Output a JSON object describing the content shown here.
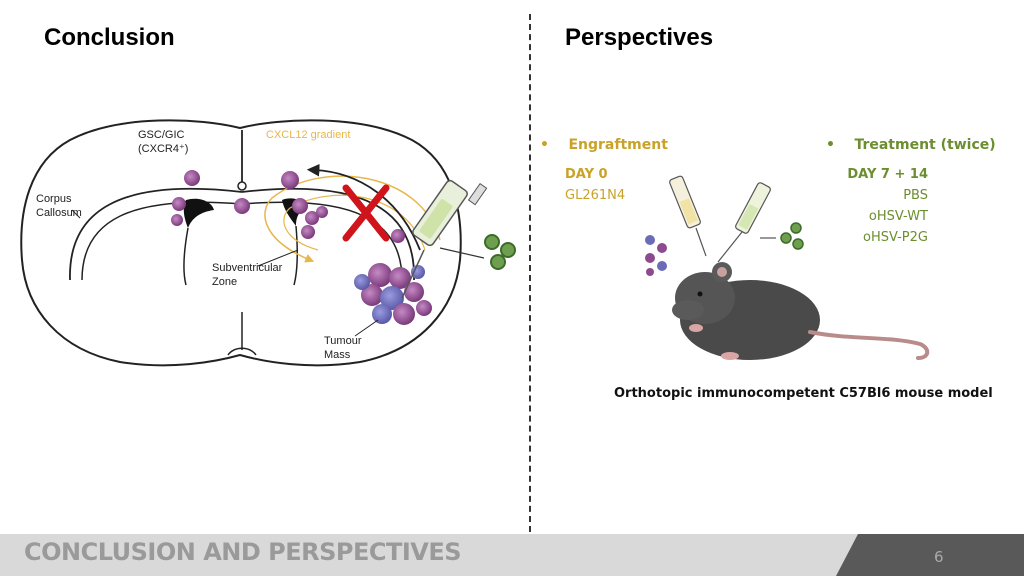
{
  "headings": {
    "left": "Conclusion",
    "right": "Perspectives"
  },
  "brain_diagram": {
    "labels": {
      "gsc": "GSC/GIC",
      "cxcr4": "(CXCR4⁺)",
      "cxcl12": "CXCL12 gradient",
      "corpus_1": "Corpus",
      "corpus_2": "Callosum",
      "svz_1": "Subventricular",
      "svz_2": "Zone",
      "tumour_1": "Tumour",
      "tumour_2": "Mass"
    }
  },
  "perspectives": {
    "engraftment": {
      "bullet": "•",
      "title": "Engraftment",
      "day": "DAY 0",
      "cell_line": "GL261N4"
    },
    "treatment": {
      "bullet": "•",
      "title": "Treatment (twice)",
      "day": "DAY 7 + 14",
      "arms": [
        "PBS",
        "oHSV-WT",
        "oHSV-P2G"
      ]
    },
    "caption": "Orthotopic immunocompetent C57Bl6 mouse model"
  },
  "footer": {
    "title": "CONCLUSION AND PERSPECTIVES",
    "page": "6"
  },
  "colors": {
    "engraftment": "#c9a227",
    "treatment": "#6b8e2f",
    "cxcl12": "#e8b64a",
    "cell": "#8e4a8e",
    "blocked": "#d0141b",
    "footer_band": "#d9d9d9",
    "footer_dark": "#595959"
  }
}
